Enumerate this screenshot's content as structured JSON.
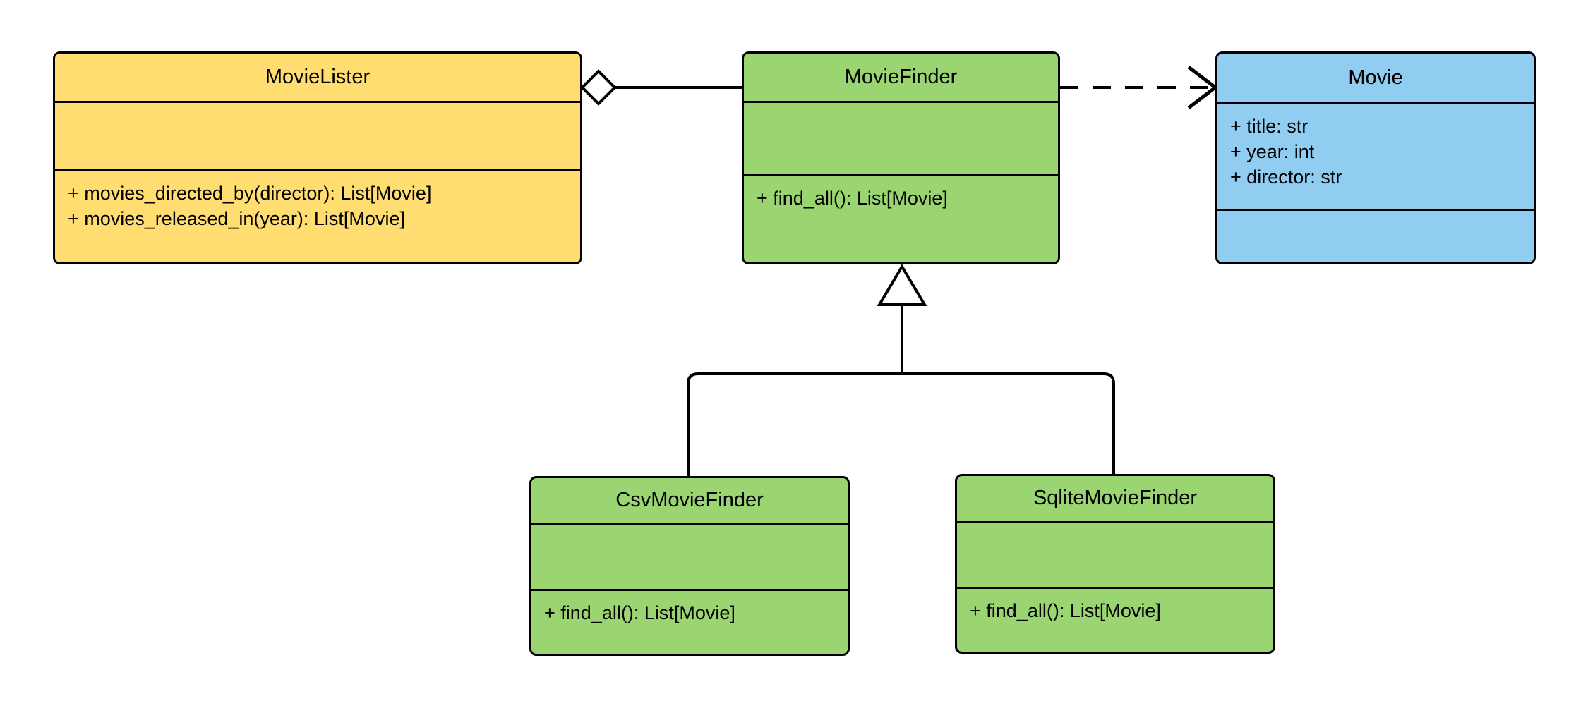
{
  "diagram": {
    "type": "uml-class-diagram",
    "background": "#ffffff",
    "stroke_color": "#000000",
    "colors": {
      "yellow": "#ffdd70",
      "green": "#9ad572",
      "blue": "#90cdf0",
      "outline": "#000000",
      "fill_white": "#ffffff"
    }
  },
  "classes": {
    "movie_lister": {
      "name": "MovieLister",
      "color": "#ffdd70",
      "attributes": [],
      "methods": [
        "+ movies_directed_by(director): List[Movie]",
        "+ movies_released_in(year): List[Movie]"
      ]
    },
    "movie_finder": {
      "name": "MovieFinder",
      "color": "#9ad572",
      "attributes": [],
      "methods": [
        "+ find_all(): List[Movie]"
      ]
    },
    "movie": {
      "name": "Movie",
      "color": "#90cdf0",
      "attributes": [
        "+ title: str",
        "+ year: int",
        "+ director: str"
      ],
      "methods": []
    },
    "csv_movie_finder": {
      "name": "CsvMovieFinder",
      "color": "#9ad572",
      "attributes": [],
      "methods": [
        "+ find_all(): List[Movie]"
      ]
    },
    "sqlite_movie_finder": {
      "name": "SqliteMovieFinder",
      "color": "#9ad572",
      "attributes": [],
      "methods": [
        "+ find_all(): List[Movie]"
      ]
    }
  },
  "relationships": [
    {
      "id": "aggregation",
      "kind": "aggregation",
      "from": "MovieLister",
      "to": "MovieFinder",
      "line_style": "solid",
      "source_marker": "hollow-diamond",
      "target_marker": "none"
    },
    {
      "id": "dependency",
      "kind": "dependency",
      "from": "MovieFinder",
      "to": "Movie",
      "line_style": "dashed",
      "source_marker": "none",
      "target_marker": "open-arrow"
    },
    {
      "id": "generalization-csv",
      "kind": "generalization",
      "from": "CsvMovieFinder",
      "to": "MovieFinder",
      "line_style": "solid",
      "source_marker": "none",
      "target_marker": "hollow-triangle"
    },
    {
      "id": "generalization-sqlite",
      "kind": "generalization",
      "from": "SqliteMovieFinder",
      "to": "MovieFinder",
      "line_style": "solid",
      "source_marker": "none",
      "target_marker": "hollow-triangle"
    }
  ]
}
